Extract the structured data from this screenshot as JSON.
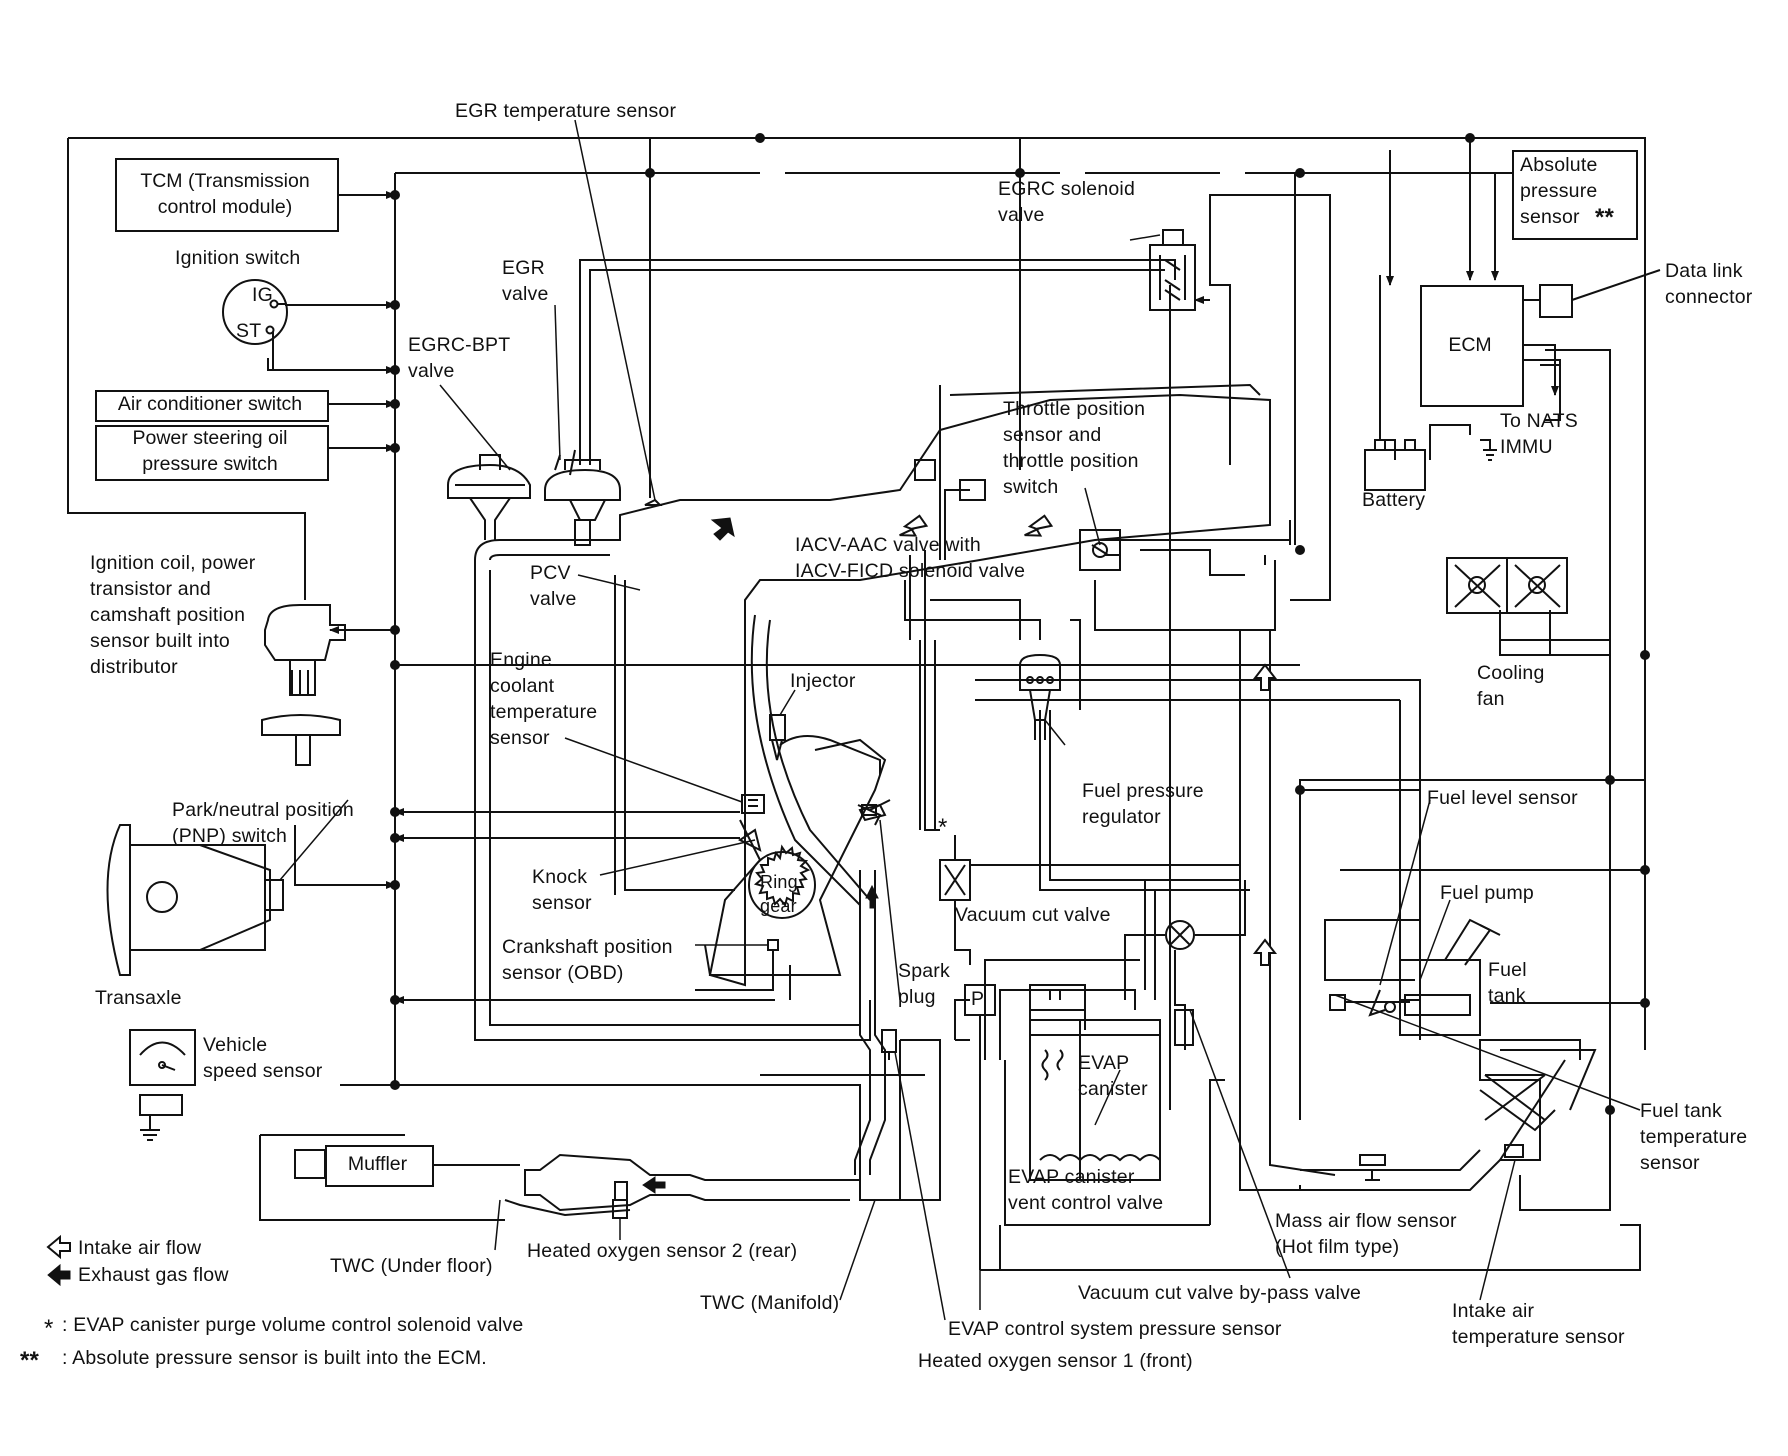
{
  "diagram": {
    "boxes": {
      "tcm": "TCM (Transmission\ncontrol module)",
      "ac_switch": "Air conditioner switch",
      "ps_switch": "Power steering oil\npressure switch",
      "abs_pressure": "Absolute\npressure\nsensor",
      "ecm": "ECM",
      "muffler": "Muffler"
    },
    "labels": {
      "ignition_switch": "Ignition switch",
      "ig": "IG",
      "st": "ST",
      "egr_temp_sensor": "EGR temperature sensor",
      "egr_valve": "EGR\nvalve",
      "egrc_bpt_valve": "EGRC-BPT\nvalve",
      "egrc_solenoid": "EGRC solenoid\nvalve",
      "data_link": "Data link\nconnector",
      "to_nats": "To NATS\nIMMU",
      "battery": "Battery",
      "throttle_sensor": "Throttle position\nsensor and\nthrottle position\nswitch",
      "iacv": "IACV-AAC valve with\nIACV-FICD solenoid valve",
      "pcv_valve": "PCV\nvalve",
      "ignition_coil": "Ignition coil, power\ntransistor and\ncamshaft position\nsensor built into\ndistributor",
      "coolant_sensor": "Engine\ncoolant\ntemperature\nsensor",
      "injector": "Injector",
      "fuel_pressure_regulator": "Fuel pressure\nregulator",
      "cooling_fan": "Cooling\nfan",
      "fuel_level_sensor": "Fuel level sensor",
      "fuel_pump": "Fuel pump",
      "fuel_tank": "Fuel\ntank",
      "pnp_switch": "Park/neutral position\n(PNP) switch",
      "transaxle": "Transaxle",
      "knock_sensor": "Knock\nsensor",
      "ring_gear": "Ring\ngear",
      "crankshaft_sensor": "Crankshaft position\nsensor (OBD)",
      "vacuum_cut_valve": "Vacuum cut valve",
      "spark_plug": "Spark\nplug",
      "evap_canister": "EVAP\ncanister",
      "evap_vent_valve": "EVAP canister\nvent control valve",
      "vehicle_speed_sensor": "Vehicle\nspeed sensor",
      "fuel_tank_temp": "Fuel tank\ntemperature\nsensor",
      "maf_sensor": "Mass air flow sensor\n(Hot film type)",
      "intake_air_temp": "Intake air\ntemperature sensor",
      "twc_under_floor": "TWC (Under floor)",
      "ho2s2": "Heated oxygen sensor 2 (rear)",
      "twc_manifold": "TWC (Manifold)",
      "vacuum_bypass": "Vacuum cut valve by-pass valve",
      "evap_pressure_sensor": "EVAP control system pressure sensor",
      "ho2s1": "Heated oxygen sensor 1 (front)",
      "p_mark": "P",
      "star_mark": "*",
      "double_star": "**"
    },
    "legend": {
      "intake": "Intake air flow",
      "exhaust": "Exhaust gas flow"
    },
    "footnotes": {
      "note1_mark": "*",
      "note1": ": EVAP canister purge volume control solenoid valve",
      "note2_mark": "**",
      "note2": ": Absolute pressure sensor is built into the ECM."
    }
  }
}
